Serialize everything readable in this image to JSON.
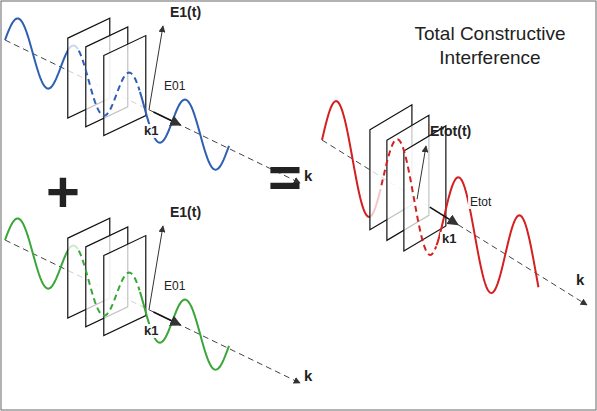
{
  "diagram": {
    "title": "Total Constructive Interference",
    "labels": [
      "E1(t)",
      "E01",
      "k1",
      "k",
      "+",
      "E1(t)",
      "E01",
      "k1",
      "k",
      "=",
      "Etot(t)",
      "Etot",
      "k1",
      "k"
    ]
  }
}
